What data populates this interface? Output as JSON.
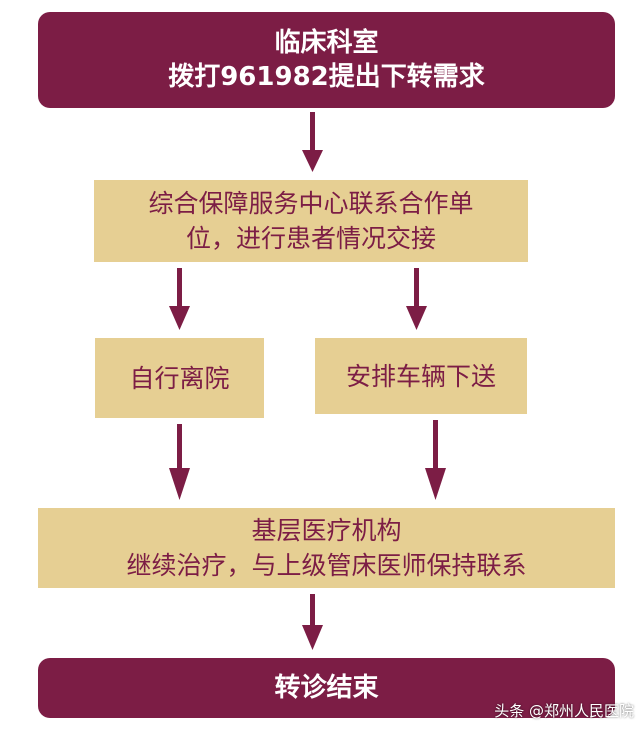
{
  "nodes": {
    "n1": {
      "line1": "临床科室",
      "line2": "拨打961982提出下转需求"
    },
    "n2": {
      "line1": "综合保障服务中心联系合作单",
      "line2": "位，进行患者情况交接"
    },
    "n3": {
      "line1": "自行离院"
    },
    "n4": {
      "line1": "安排车辆下送"
    },
    "n5": {
      "line1": "基层医疗机构",
      "line2": "继续治疗，与上级管床医师保持联系"
    },
    "n6": {
      "line1": "转诊结束"
    }
  },
  "watermark": "头条 @郑州人民医院",
  "colors": {
    "dark_box": "#7c1d45",
    "light_box": "#e6cf93",
    "arrow": "#7c1d45"
  }
}
